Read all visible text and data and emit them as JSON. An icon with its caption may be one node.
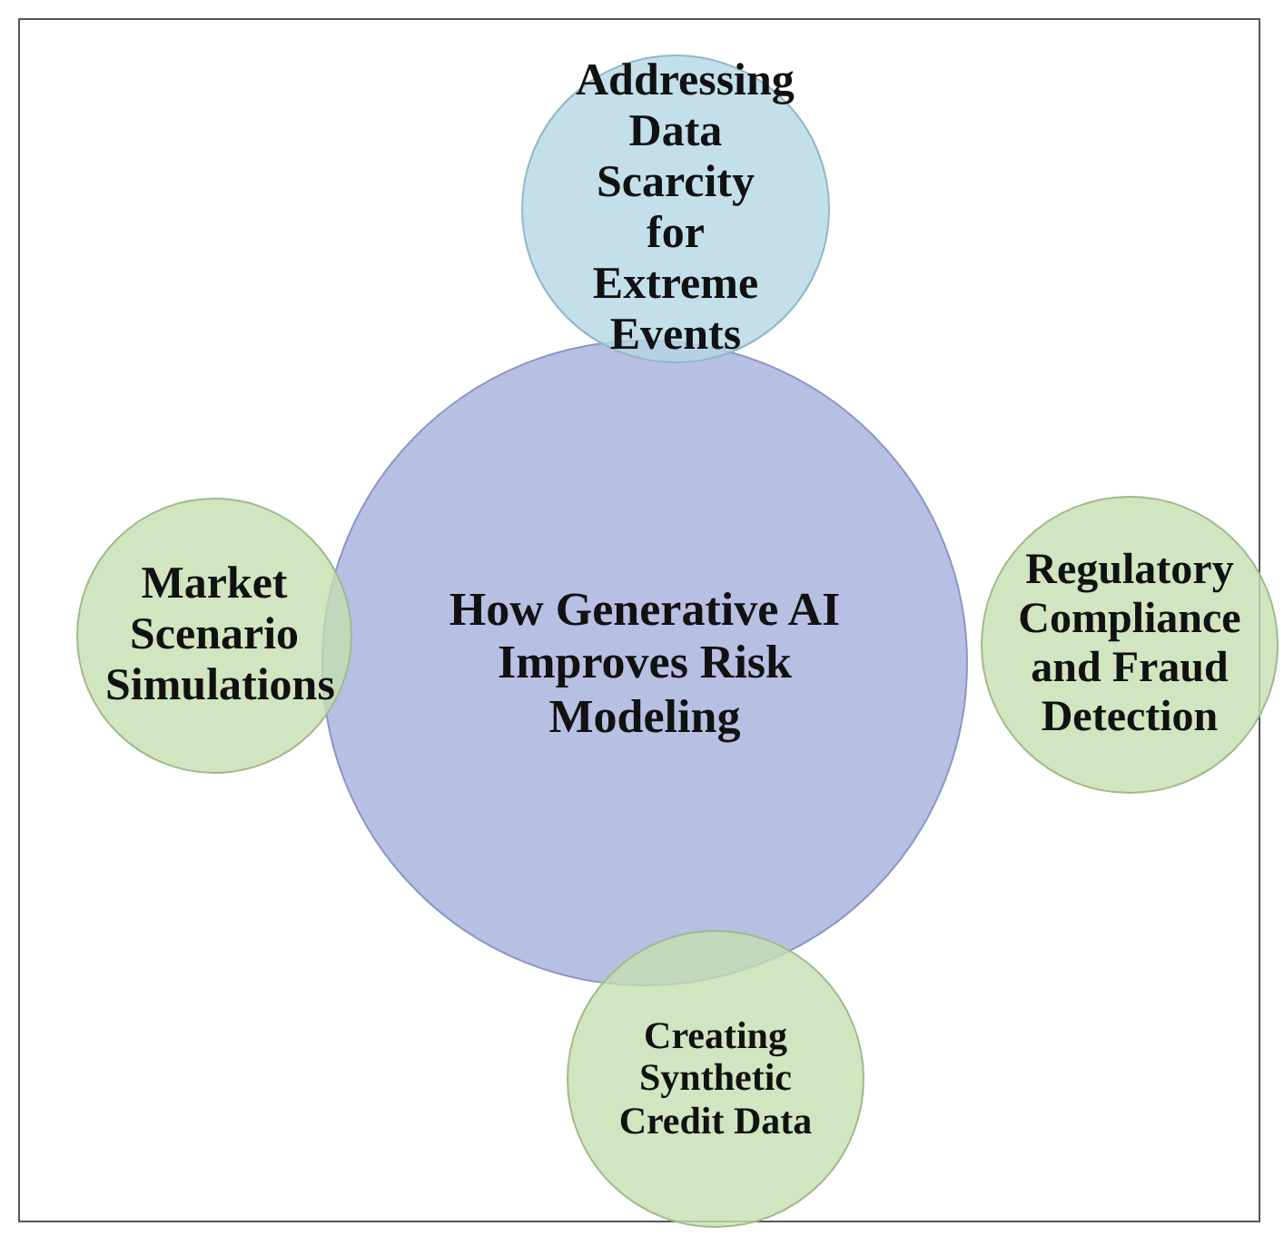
{
  "diagram": {
    "nodes": [
      {
        "text": [
          "How Generative AI Improves Risk Modeling"
        ]
      },
      {
        "text": [
          "Addressing Data Scarcity for Extreme Events"
        ]
      },
      {
        "text": [
          "Market Scenario Simulations"
        ]
      },
      {
        "text": [
          "Regulatory Compliance and Fraud Detection"
        ]
      },
      {
        "text": [
          "Creating Synthetic Credit Data"
        ]
      }
    ]
  }
}
